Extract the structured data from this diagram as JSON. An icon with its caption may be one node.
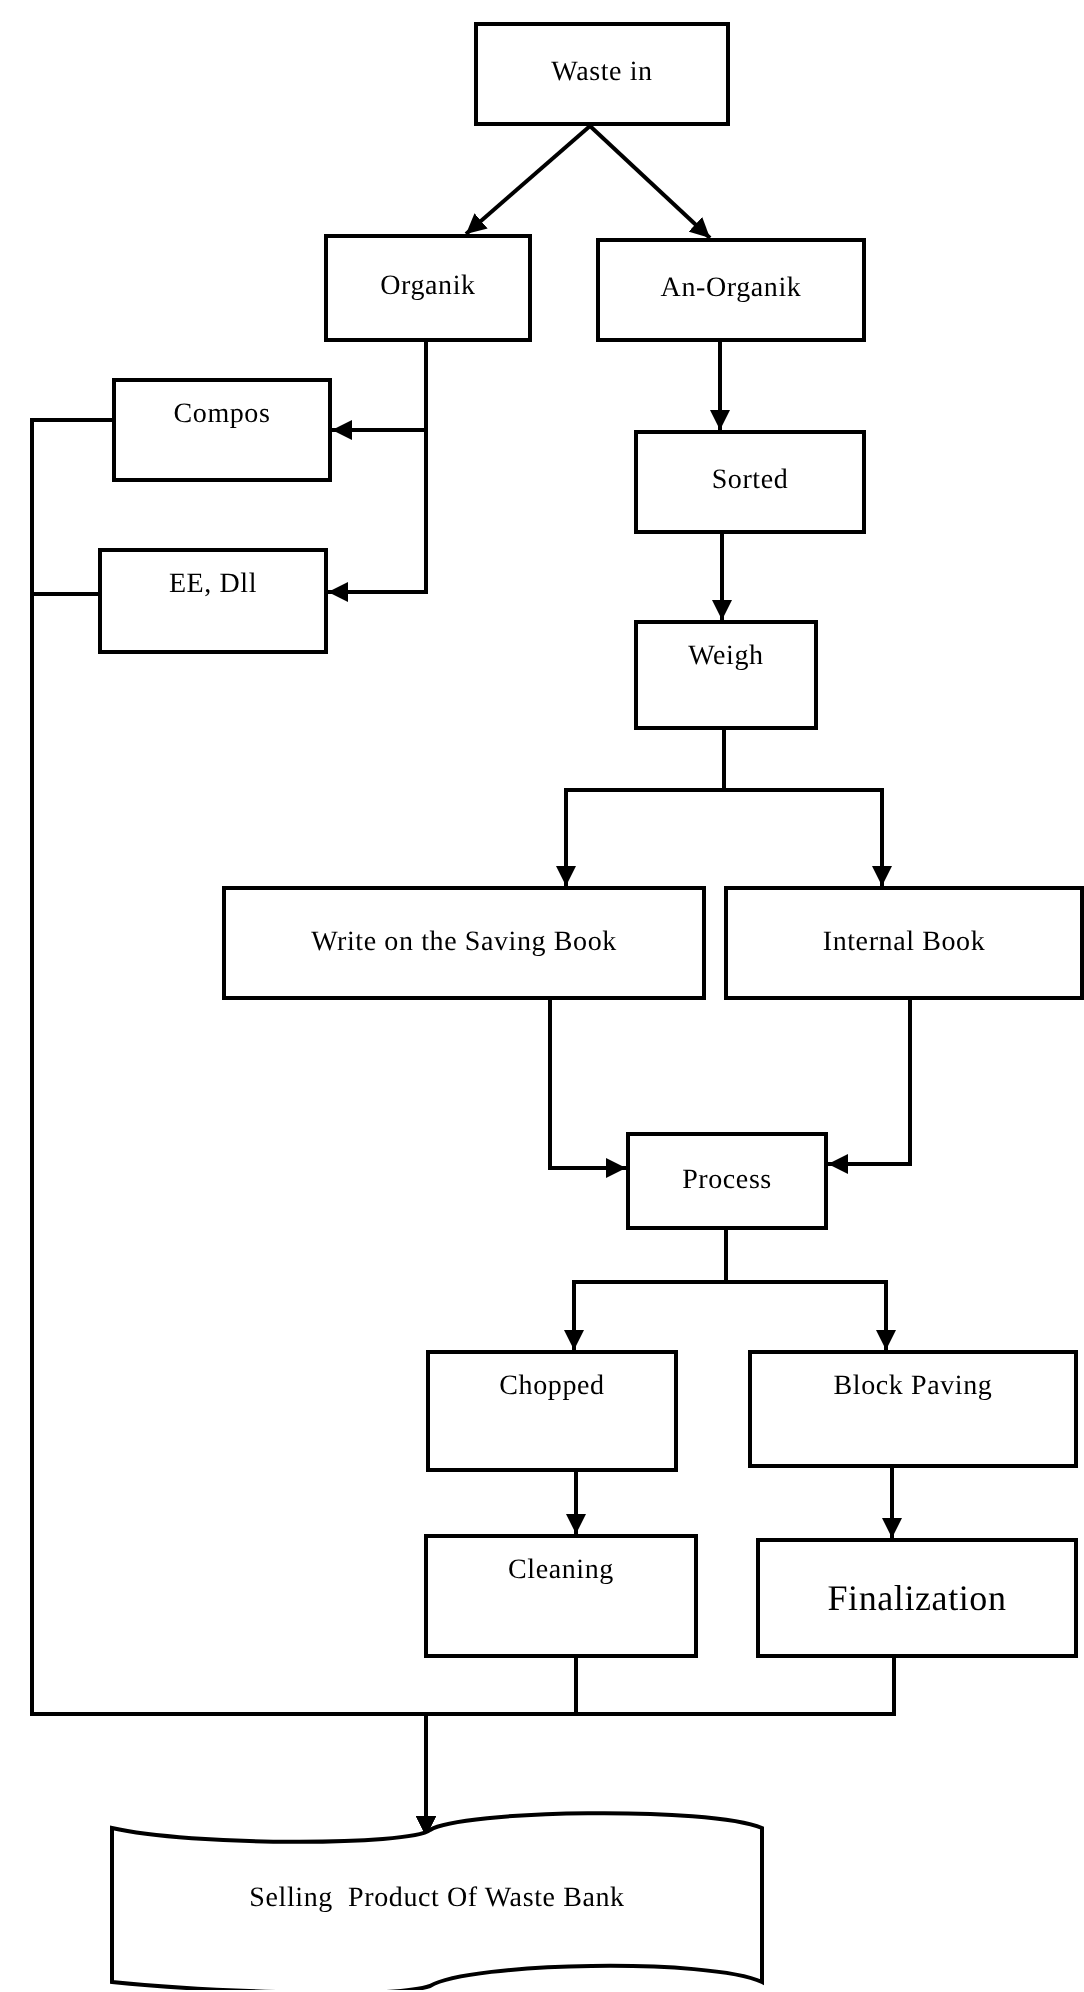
{
  "diagram": {
    "nodes": [
      {
        "text": [
          "Waste in"
        ]
      },
      {
        "text": [
          "Organik"
        ]
      },
      {
        "text": [
          "An-Organik"
        ]
      },
      {
        "text": [
          "Compos"
        ]
      },
      {
        "text": [
          "EE, Dll"
        ]
      },
      {
        "text": [
          "Sorted"
        ]
      },
      {
        "text": [
          "Weigh"
        ]
      },
      {
        "text": [
          "Write on the Saving Book"
        ]
      },
      {
        "text": [
          "Internal Book"
        ]
      },
      {
        "text": [
          "Process"
        ]
      },
      {
        "text": [
          "Chopped"
        ]
      },
      {
        "text": [
          "Block Paving"
        ]
      },
      {
        "text": [
          "Cleaning"
        ]
      },
      {
        "text": [
          "Finalization"
        ]
      },
      {
        "text": [
          "Selling  Product Of Waste Bank"
        ]
      }
    ],
    "edges": [
      {
        "from": 0,
        "to": 1,
        "arrow": "to"
      },
      {
        "from": 0,
        "to": 2,
        "arrow": "to"
      },
      {
        "from": 1,
        "to": 3,
        "arrow": "to"
      },
      {
        "from": 1,
        "to": 4,
        "arrow": "to"
      },
      {
        "from": 2,
        "to": 5,
        "arrow": "to"
      },
      {
        "from": 5,
        "to": 6,
        "arrow": "to"
      },
      {
        "from": 6,
        "to": 7,
        "arrow": "to"
      },
      {
        "from": 6,
        "to": 8,
        "arrow": "to"
      },
      {
        "from": 7,
        "to": 9,
        "arrow": "to"
      },
      {
        "from": 8,
        "to": 9,
        "arrow": "to"
      },
      {
        "from": 9,
        "to": 10,
        "arrow": "to"
      },
      {
        "from": 9,
        "to": 11,
        "arrow": "to"
      },
      {
        "from": 10,
        "to": 12,
        "arrow": "to"
      },
      {
        "from": 11,
        "to": 13,
        "arrow": "to"
      },
      {
        "from": 3,
        "to": 14,
        "arrow": "to"
      },
      {
        "from": 4,
        "to": 14,
        "arrow": "to"
      },
      {
        "from": 12,
        "to": 14,
        "arrow": "to"
      },
      {
        "from": 13,
        "to": 14,
        "arrow": "to"
      }
    ]
  }
}
